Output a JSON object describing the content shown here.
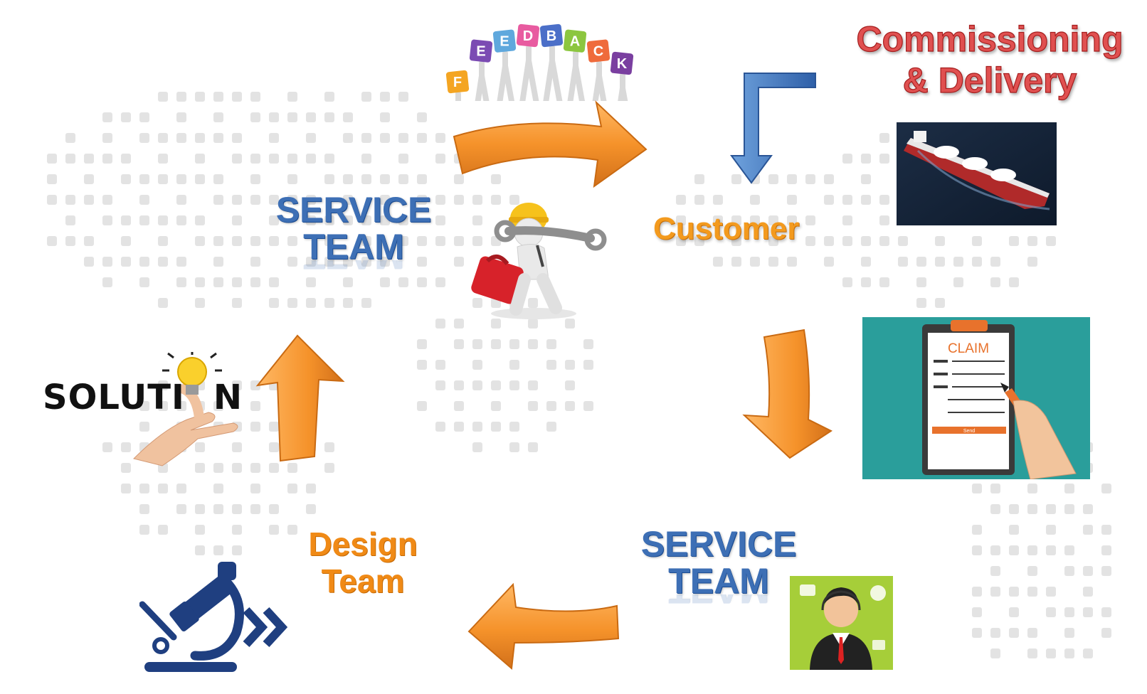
{
  "feedback": {
    "letters": [
      "F",
      "E",
      "E",
      "D",
      "B",
      "A",
      "C",
      "K"
    ],
    "letter_colors": [
      "#f4a522",
      "#7b4bb3",
      "#5fa8dd",
      "#e85ba0",
      "#4b6fc8",
      "#8cc63f",
      "#ef6b3c",
      "#7a3fa0"
    ]
  },
  "commissioning": {
    "line1": "Commissioning",
    "line2": "& Delivery"
  },
  "customer": {
    "label": "Customer"
  },
  "service_team_top": {
    "line1": "SERVICE",
    "line2": "TEAM"
  },
  "service_team_bottom": {
    "line1": "SERVICE",
    "line2": "TEAM"
  },
  "design_team": {
    "line1": "Design",
    "line2": "Team"
  },
  "solution": {
    "text_before": "SOLUTI",
    "text_after": "N"
  },
  "claim": {
    "title": "CLAIM",
    "button": "Send"
  },
  "colors": {
    "arrow_orange": "#f5922a",
    "arrow_dark": "#c96a12",
    "blue_arrow": "#3b76c0",
    "service_blue": "#3d6fb5",
    "customer_orange": "#f39a1e",
    "commissioning_red": "#e05050",
    "teal": "#2a9e9b",
    "microscope_navy": "#1f3f80"
  }
}
